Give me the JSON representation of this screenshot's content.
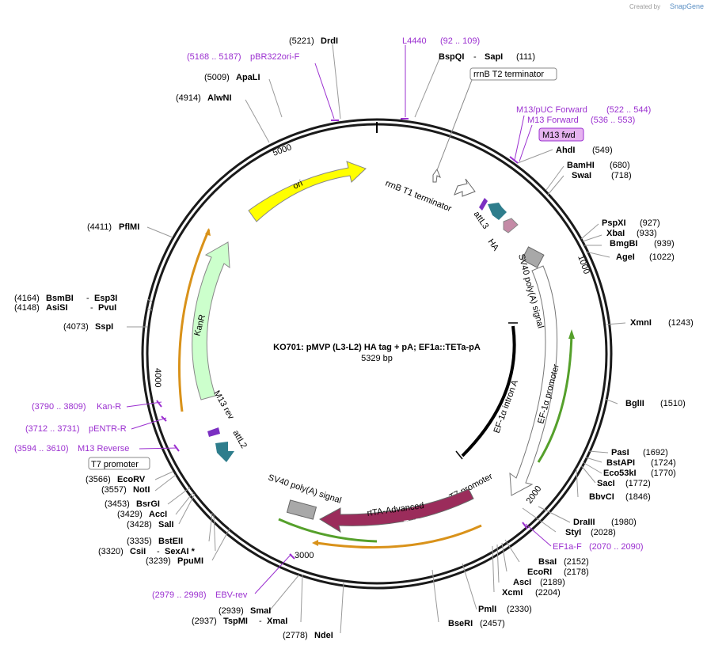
{
  "header": {
    "created_by": "Created by",
    "brand": "SnapGene"
  },
  "plasmid": {
    "name": "KO701: pMVP (L3-L2) HA tag + pA; EF1a::TETa-pA",
    "length": "5329 bp"
  },
  "ticks": [
    "1000",
    "2000",
    "3000",
    "4000",
    "5000"
  ],
  "sites": [
    {
      "pos": "(5221)",
      "name": "DrdI"
    },
    {
      "pos": "(5009)",
      "name": "ApaLI"
    },
    {
      "pos": "(4914)",
      "name": "AlwNI"
    },
    {
      "pos": "(4411)",
      "name": "PflMI"
    },
    {
      "pos": "(4164)",
      "name": "BsmBI",
      "name2": "Esp3I"
    },
    {
      "pos": "(4148)",
      "name": "AsiSI",
      "name2": "PvuI"
    },
    {
      "pos": "(4073)",
      "name": "SspI"
    },
    {
      "pos": "(3566)",
      "name": "EcoRV"
    },
    {
      "pos": "(3557)",
      "name": "NotI"
    },
    {
      "pos": "(3453)",
      "name": "BsrGI"
    },
    {
      "pos": "(3429)",
      "name": "AccI"
    },
    {
      "pos": "(3428)",
      "name": "SalI"
    },
    {
      "pos": "(3335)",
      "name": "BstEII"
    },
    {
      "pos": "(3320)",
      "name": "CsiI",
      "name2": "SexAI *"
    },
    {
      "pos": "(3239)",
      "name": "PpuMI"
    },
    {
      "pos": "(2939)",
      "name": "SmaI"
    },
    {
      "pos": "(2937)",
      "name": "TspMI",
      "name2": "XmaI"
    },
    {
      "pos": "(2778)",
      "name": "NdeI"
    },
    {
      "pos": "(2457)",
      "name": "BseRI"
    },
    {
      "pos": "(2330)",
      "name": "PmlI"
    },
    {
      "pos": "(2204)",
      "name": "XcmI"
    },
    {
      "pos": "(2189)",
      "name": "AscI"
    },
    {
      "pos": "(2178)",
      "name": "EcoRI"
    },
    {
      "pos": "(2152)",
      "name": "BsaI"
    },
    {
      "pos": "(2028)",
      "name": "StyI"
    },
    {
      "pos": "(1980)",
      "name": "DraIII"
    },
    {
      "pos": "(1846)",
      "name": "BbvCI"
    },
    {
      "pos": "(1772)",
      "name": "SacI"
    },
    {
      "pos": "(1770)",
      "name": "Eco53kI"
    },
    {
      "pos": "(1724)",
      "name": "BstAPI"
    },
    {
      "pos": "(1692)",
      "name": "PasI"
    },
    {
      "pos": "(1510)",
      "name": "BglII"
    },
    {
      "pos": "(1243)",
      "name": "XmnI"
    },
    {
      "pos": "(1022)",
      "name": "AgeI"
    },
    {
      "pos": "(939)",
      "name": "BmgBI"
    },
    {
      "pos": "(933)",
      "name": "XbaI"
    },
    {
      "pos": "(927)",
      "name": "PspXI"
    },
    {
      "pos": "(718)",
      "name": "SwaI"
    },
    {
      "pos": "(680)",
      "name": "BamHI"
    },
    {
      "pos": "(549)",
      "name": "AhdI"
    },
    {
      "pos": "(111)",
      "name": "BspQI",
      "name2": "SapI"
    }
  ],
  "primers": [
    {
      "name": "L4440",
      "range": "(92 .. 109)"
    },
    {
      "name": "pBR322ori-F",
      "range": "(5168 .. 5187)"
    },
    {
      "name": "M13/pUC Forward",
      "range": "(522 .. 544)"
    },
    {
      "name": "M13 Forward",
      "range": "(536 .. 553)"
    },
    {
      "name": "Kan-R",
      "range": "(3790 .. 3809)"
    },
    {
      "name": "pENTR-R",
      "range": "(3712 .. 3731)"
    },
    {
      "name": "M13 Reverse",
      "range": "(3594 .. 3610)"
    },
    {
      "name": "EF1a-F",
      "range": "(2070 .. 2090)"
    },
    {
      "name": "EBV-rev",
      "range": "(2979 .. 2998)"
    }
  ],
  "features": {
    "rrnb_t2_box": "rrnB T2 terminator",
    "m13_fwd_box": "M13 fwd",
    "t7_box": "T7 promoter",
    "ori": "ori",
    "kanr": "KanR",
    "rrnb_t1": "rrnB T1 terminator",
    "attl3": "attL3",
    "ha": "HA",
    "sv40_top": "SV40 poly(A) signal",
    "ef1a_promoter": "EF-1α promoter",
    "ef1a_intron": "EF-1α intron A",
    "t7_promoter": "T7 promoter",
    "rtta_advanced": "rtTA-Advanced",
    "rtetr": "rTetR",
    "sv40_bottom": "SV40 poly(A) signal",
    "m13_rev": "M13 rev",
    "attl2": "attL2"
  },
  "colors": {
    "backbone": "#1a1a1a",
    "ori": "#ffff00",
    "kanr": "#ccffcc",
    "attl": "#2e7d8c",
    "ha": "#c48aa6",
    "rtta": "#9b2c5b",
    "sv40": "#a8a8a8",
    "primer": "#9b30d0",
    "orange_track": "#d9921a",
    "green_track": "#55a02b",
    "m13_box": "#e6b3f0"
  }
}
